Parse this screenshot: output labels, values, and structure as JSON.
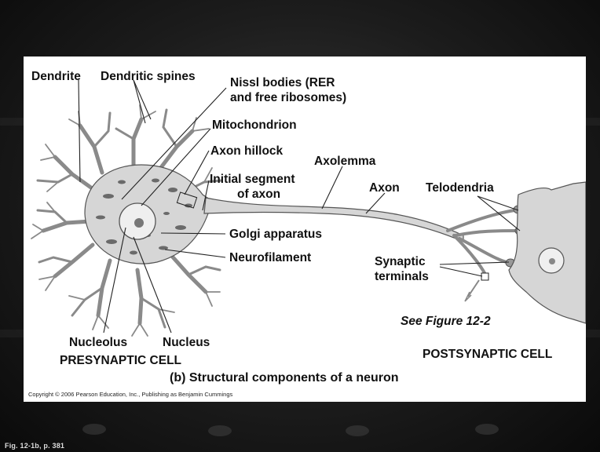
{
  "labels": {
    "dendrite": "Dendrite",
    "dendritic_spines": "Dendritic spines",
    "nissl_line1": "Nissl bodies (RER",
    "nissl_line2": "and free ribosomes)",
    "mitochondrion": "Mitochondrion",
    "axon_hillock": "Axon hillock",
    "axolemma": "Axolemma",
    "initial_segment_line1": "Initial segment",
    "initial_segment_line2": "of axon",
    "axon": "Axon",
    "telodendria": "Telodendria",
    "golgi": "Golgi apparatus",
    "neurofilament": "Neurofilament",
    "synaptic_line1": "Synaptic",
    "synaptic_line2": "terminals",
    "see_figure": "See Figure 12-2",
    "nucleolus": "Nucleolus",
    "nucleus": "Nucleus",
    "presynaptic": "PRESYNAPTIC CELL",
    "postsynaptic": "POSTSYNAPTIC CELL"
  },
  "caption": "(b)  Structural components of a neuron",
  "copyright": "Copyright © 2006 Pearson Education, Inc., Publishing as Benjamin Cummings",
  "figure_ref": "Fig. 12-1b, p. 381"
}
